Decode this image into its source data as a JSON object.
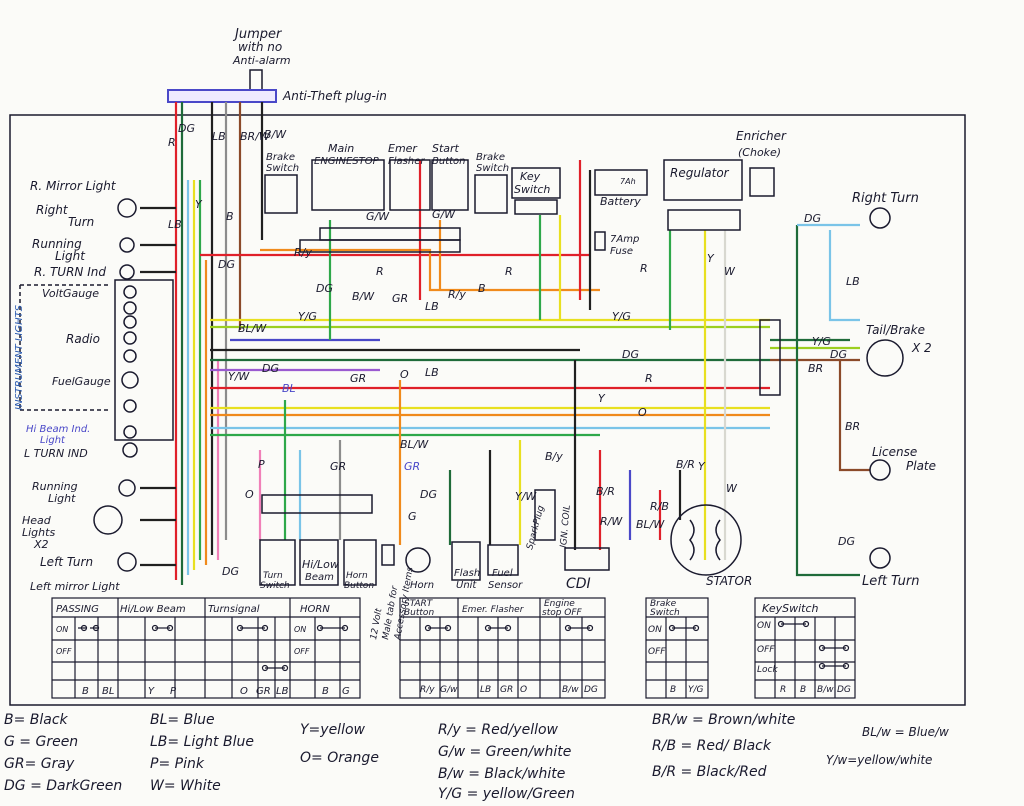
{
  "header": {
    "jumper": [
      "Jumper",
      "with no",
      "Anti-alarm"
    ],
    "anti_theft": "Anti-Theft plug-in"
  },
  "left_components": {
    "r_mirror_light": "R. Mirror Light",
    "right_turn": [
      "Right",
      "Turn"
    ],
    "running_light_top": [
      "Running",
      "Light"
    ],
    "r_turn_ind": "R. TURN Ind",
    "volt_gauge": "VoltGauge",
    "radio": "Radio",
    "fuel_gauge": "FuelGauge",
    "hi_beam_ind": [
      "Hi Beam Ind.",
      "Light"
    ],
    "l_turn_ind": "L TURN IND",
    "running_light_bottom": [
      "Running",
      "Light"
    ],
    "head_lights": [
      "Head",
      "Lights",
      "X2"
    ],
    "left_turn": "Left Turn",
    "left_mirror_light": "Left mirror Light",
    "instrument_lights": "INSTRUMENT LIGHTS"
  },
  "top_components": {
    "brake_switch_left": [
      "Brake",
      "Switch"
    ],
    "main_engine_stop": [
      "Main",
      "ENGINESTOP"
    ],
    "emer_flasher": [
      "Emer",
      "Flasher"
    ],
    "start_button": [
      "Start",
      "Button"
    ],
    "brake_switch_right": [
      "Brake",
      "Switch"
    ],
    "key_switch": [
      "Key",
      "Switch"
    ],
    "battery": "Battery",
    "battery_ah": "7Ah",
    "fuse": [
      "7Amp",
      "Fuse"
    ],
    "regulator": "Regulator",
    "enricher": [
      "Enricher",
      "(Choke)"
    ]
  },
  "right_components": {
    "right_turn": "Right Turn",
    "tail_brake": [
      "Tail/Brake",
      "X 2"
    ],
    "license_plate": [
      "License",
      "Plate"
    ],
    "left_turn": "Left Turn"
  },
  "bottom_components": {
    "turn_switch": [
      "Turn",
      "Switch"
    ],
    "hi_low_beam": [
      "Hi/Low",
      "Beam"
    ],
    "horn_button": [
      "Horn",
      "Button"
    ],
    "horn": "Horn",
    "flash_unit": [
      "Flash",
      "Unit"
    ],
    "fuel_sensor": [
      "Fuel",
      "Sensor"
    ],
    "spark_plug": "SparkPlug",
    "ign_coil": "IGN. COIL",
    "cdi": "CDI",
    "stator": "STATOR",
    "accessory": [
      "12 Volt",
      "Male tab for",
      "Accessory Items"
    ]
  },
  "wire_labels": {
    "dg": "DG",
    "r": "R",
    "lb": "LB",
    "y": "Y",
    "b": "B",
    "br_w": "BR/W",
    "b_w": "B/W",
    "g_w": "G/W",
    "r_y": "R/y",
    "gr": "GR",
    "o": "O",
    "y_g": "Y/G",
    "y_w": "Y/W",
    "bl": "BL",
    "p": "P",
    "w": "W",
    "br": "BR",
    "r_b": "R/B",
    "b_r": "B/R",
    "bl_w": "BL/W",
    "b_y": "B/y",
    "b_rw": "B/R",
    "y_lw": "Y/W",
    "g": "G",
    "bl_w2": "BL/W",
    "r_w": "R/W"
  },
  "switch_tables": {
    "passing": "PASSING",
    "hi_low_beam": "Hi/Low Beam",
    "turn_signal": "Turnsignal",
    "horn": "HORN",
    "start_button": [
      "START",
      "Button"
    ],
    "emer_flasher": "Emer. Flasher",
    "engine_stop": [
      "Engine",
      "stop OFF"
    ],
    "brake_switch": [
      "Brake",
      "Switch"
    ],
    "key_switch": "KeySwitch",
    "on": "ON",
    "off": "OFF",
    "lock": "Lock",
    "passing_codes": [
      "B",
      "BL"
    ],
    "hilow_codes": [
      "Y",
      "P"
    ],
    "turn_codes": [
      "O",
      "GR",
      "LB"
    ],
    "horn_codes": [
      "B",
      "G"
    ],
    "start_codes": [
      "R/y",
      "G/w"
    ],
    "emer_codes": [
      "LB",
      "GR",
      "O"
    ],
    "engine_codes": [
      "B/w",
      "DG"
    ],
    "brake_codes": [
      "B",
      "Y/G"
    ],
    "key_codes": [
      "R",
      "B",
      "B/w",
      "DG"
    ]
  },
  "legend": [
    [
      "B= Black",
      "G = Green",
      "GR= Gray",
      "DG = DarkGreen"
    ],
    [
      "BL= Blue",
      "LB= Light Blue",
      "P= Pink",
      "W= White"
    ],
    [
      "Y=yellow",
      "O= Orange"
    ],
    [
      "R/y = Red/yellow",
      "G/w = Green/white",
      "B/w = Black/white",
      "Y/G = yellow/Green"
    ],
    [
      "BR/w = Brown/white",
      "R/B = Red/ Black",
      "B/R = Black/Red"
    ],
    [
      "BL/w = Blue/w",
      "Y/w=yellow/white"
    ]
  ],
  "colors": {
    "ink": "#1a1a2e",
    "red": "#e0202a",
    "orange": "#f08a1c",
    "yellow": "#e8e020",
    "green": "#2ea84a",
    "darkgreen": "#1f6b3a",
    "lightblue": "#7ac4e8",
    "blue": "#4a48c8",
    "gray": "#8c8c8c",
    "black": "#202020",
    "pink": "#f080b8",
    "brown": "#8b4a2a",
    "purple": "#9a5ad0",
    "white_wire": "#d8d8d0"
  }
}
